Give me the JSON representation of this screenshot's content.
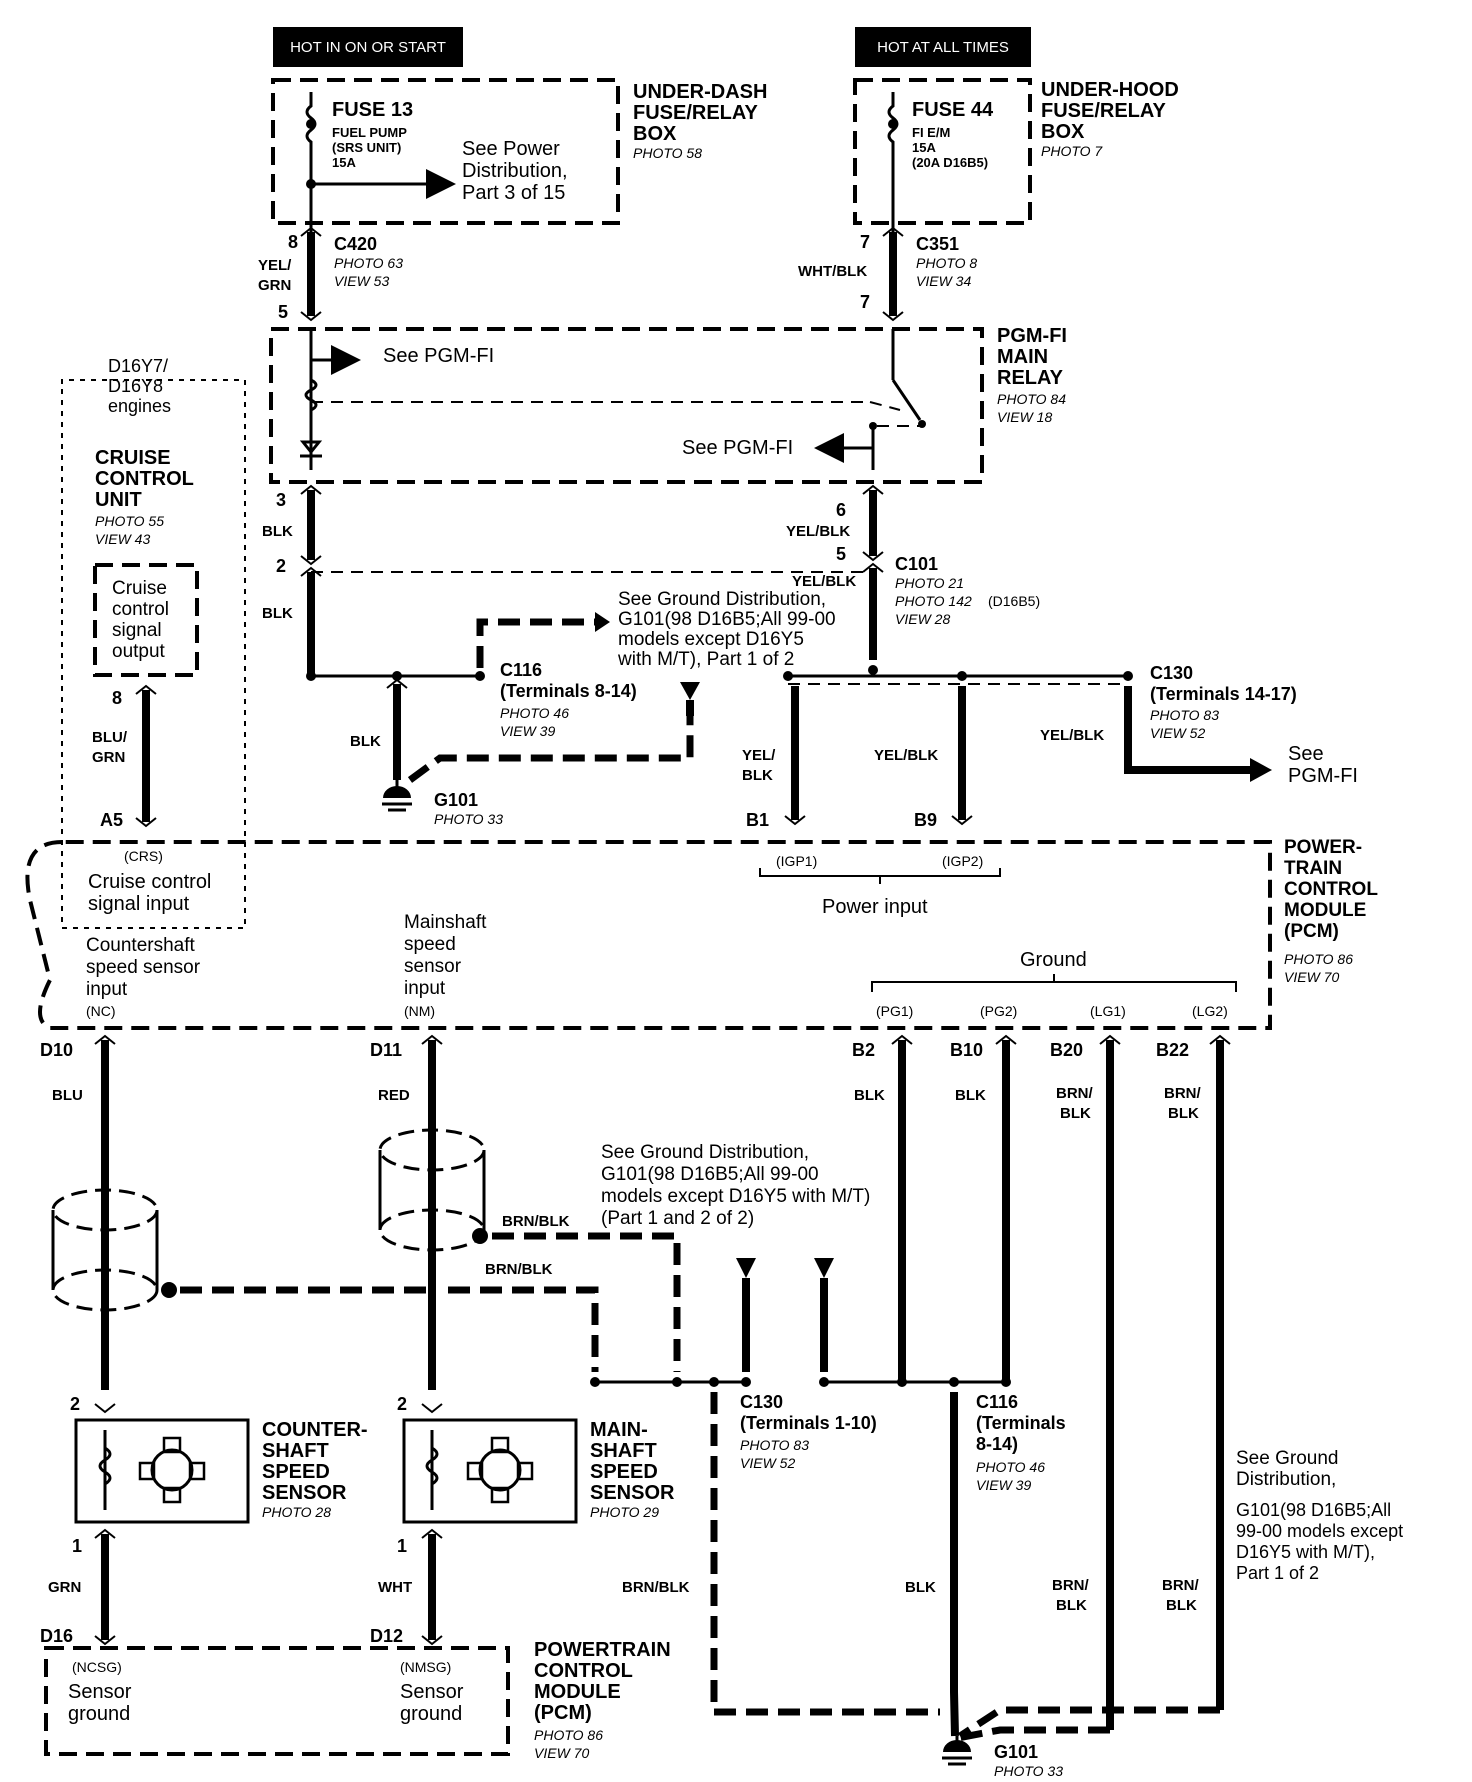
{
  "header": {
    "hot_in_on_or_start": "HOT IN ON OR START",
    "hot_at_all_times": "HOT AT ALL TIMES"
  },
  "underdash": {
    "fuse": "FUSE 13",
    "fuse_desc": [
      "FUEL PUMP",
      "(SRS UNIT)",
      "15A"
    ],
    "see": [
      "See Power",
      "Distribution,",
      "Part 3 of 15"
    ],
    "name": [
      "UNDER-DASH",
      "FUSE/RELAY",
      "BOX"
    ],
    "photo": "PHOTO 58"
  },
  "underhood": {
    "fuse": "FUSE 44",
    "fuse_desc": [
      "FI E/M",
      "15A",
      "(20A D16B5)"
    ],
    "name": [
      "UNDER-HOOD",
      "FUSE/RELAY",
      "BOX"
    ],
    "photo": "PHOTO 7"
  },
  "c420": {
    "pin_top": "8",
    "pin_bot": "5",
    "wire": [
      "YEL/",
      "GRN"
    ],
    "name": "C420",
    "photo": "PHOTO 63",
    "view": "VIEW 53"
  },
  "c351": {
    "pin_top": "7",
    "pin_bot": "7",
    "wire": "WHT/BLK",
    "name": "C351",
    "photo": "PHOTO 8",
    "view": "VIEW 34"
  },
  "relay": {
    "see1": "See PGM-FI",
    "see2": "See PGM-FI",
    "name": [
      "PGM-FI",
      "MAIN",
      "RELAY"
    ],
    "photo": "PHOTO 84",
    "view": "VIEW 18"
  },
  "cruise": {
    "engines": [
      "D16Y7/",
      "D16Y8",
      "engines"
    ],
    "name": [
      "CRUISE",
      "CONTROL",
      "UNIT"
    ],
    "photo": "PHOTO 55",
    "view": "VIEW 43",
    "output": [
      "Cruise",
      "control",
      "signal",
      "output"
    ],
    "pin_top": "8",
    "wire": [
      "BLU/",
      "GRN"
    ],
    "pin_bot": "A5",
    "crs": "(CRS)",
    "input": [
      "Cruise control",
      "signal input"
    ]
  },
  "left_branch": {
    "pin3": "3",
    "wire1": "BLK",
    "pin2": "2",
    "wire2": "BLK",
    "wire3": "BLK"
  },
  "c116_top": {
    "name": "C116",
    "terminals": "(Terminals 8-14)",
    "photo": "PHOTO 46",
    "view": "VIEW 39"
  },
  "ground_note_top": [
    "See Ground Distribution,",
    "G101(98 D16B5;All 99-00",
    "models except D16Y5",
    "with M/T), Part 1 of 2"
  ],
  "g101_top": {
    "name": "G101",
    "photo": "PHOTO 33"
  },
  "c101": {
    "pin6": "6",
    "wire6": "YEL/BLK",
    "pin5": "5",
    "wire5": "YEL/BLK",
    "name": "C101",
    "photo": "PHOTO 21",
    "photo2": "PHOTO 142",
    "photo2_note": "(D16B5)",
    "view": "VIEW 28"
  },
  "c130_top": {
    "name": "C130",
    "terminals": "(Terminals 14-17)",
    "photo": "PHOTO 83",
    "view": "VIEW 52",
    "wire": "YEL/BLK",
    "see": [
      "See",
      "PGM-FI"
    ]
  },
  "power_input": {
    "b1": "B1",
    "b9": "B9",
    "wire_b1": [
      "YEL/",
      "BLK"
    ],
    "wire_b9": "YEL/BLK",
    "igp1": "(IGP1)",
    "igp2": "(IGP2)",
    "label": "Power input"
  },
  "pcm_top": {
    "name": [
      "POWER-",
      "TRAIN",
      "CONTROL",
      "MODULE",
      "(PCM)"
    ],
    "photo": "PHOTO 86",
    "view": "VIEW 70"
  },
  "countershaft_input": {
    "label": [
      "Countershaft",
      "speed sensor",
      "input"
    ],
    "code": "(NC)",
    "pin": "D10",
    "wire": "BLU"
  },
  "mainshaft_input": {
    "label": [
      "Mainshaft",
      "speed",
      "sensor",
      "input"
    ],
    "code": "(NM)",
    "pin": "D11",
    "wire": "RED"
  },
  "ground_pins": {
    "label": "Ground",
    "codes": [
      "(PG1)",
      "(PG2)",
      "(LG1)",
      "(LG2)"
    ],
    "pins": [
      "B2",
      "B10",
      "B20",
      "B22"
    ],
    "wires": [
      "BLK",
      "BLK",
      [
        "BRN/",
        "BLK"
      ],
      [
        "BRN/",
        "BLK"
      ]
    ]
  },
  "ground_note_mid": [
    "See Ground Distribution,",
    "G101(98 D16B5;All 99-00",
    "models except D16Y5 with M/T)",
    "(Part 1 and 2 of 2)"
  ],
  "shield_wires": {
    "w1": "BRN/BLK",
    "w2": "BRN/BLK"
  },
  "c130_bot": {
    "name": "C130",
    "terminals": "(Terminals 1-10)",
    "photo": "PHOTO 83",
    "view": "VIEW 52"
  },
  "c116_bot": {
    "name": "C116",
    "terminals": [
      "(Terminals",
      "8-14)"
    ],
    "photo": "PHOTO 46",
    "view": "VIEW 39"
  },
  "cs_sensor": {
    "pin_top": "2",
    "name": [
      "COUNTER-",
      "SHAFT",
      "SPEED",
      "SENSOR"
    ],
    "photo": "PHOTO 28",
    "pin_bot": "1",
    "wire": "GRN",
    "pcm_pin": "D16"
  },
  "ms_sensor": {
    "pin_top": "2",
    "name": [
      "MAIN-",
      "SHAFT",
      "SPEED",
      "SENSOR"
    ],
    "photo": "PHOTO 29",
    "pin_bot": "1",
    "wire": "WHT",
    "pcm_pin": "D12"
  },
  "ground_note_right": [
    "See Ground",
    "Distribution,",
    "G101(98 D16B5;All",
    "99-00 models except",
    "D16Y5 with M/T),",
    "Part 1 of 2"
  ],
  "bottom_wires": {
    "brn_blk": "BRN/BLK",
    "blk": "BLK",
    "w3": [
      "BRN/",
      "BLK"
    ],
    "w4": [
      "BRN/",
      "BLK"
    ]
  },
  "pcm_bottom": {
    "ncsg": "(NCSG)",
    "ncsg_label": [
      "Sensor",
      "ground"
    ],
    "nmsg": "(NMSG)",
    "nmsg_label": [
      "Sensor",
      "ground"
    ],
    "name": [
      "POWERTRAIN",
      "CONTROL",
      "MODULE",
      "(PCM)"
    ],
    "photo": "PHOTO 86",
    "view": "VIEW 70"
  },
  "g101_bot": {
    "name": "G101",
    "photo": "PHOTO 33"
  }
}
